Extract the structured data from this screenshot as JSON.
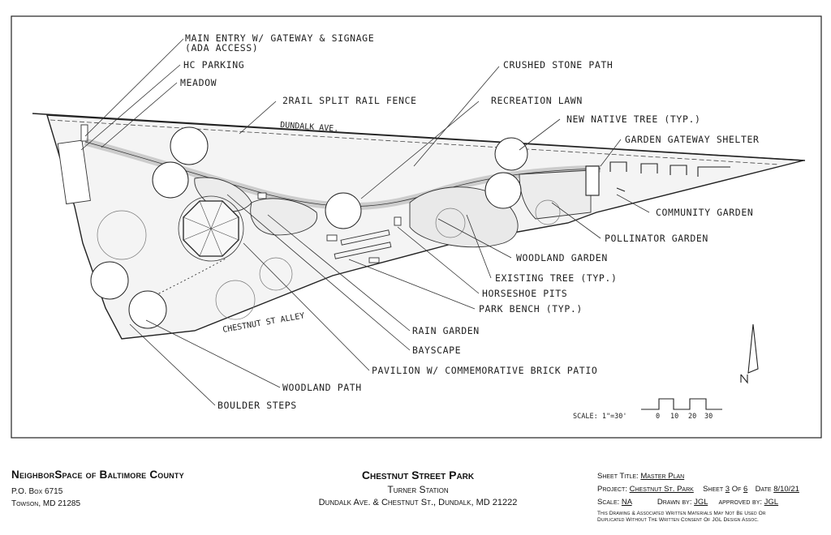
{
  "labels": {
    "main_entry": "MAIN ENTRY W/ GATEWAY & SIGNAGE",
    "main_entry_sub": "(ADA ACCESS)",
    "hc_parking": "HC PARKING",
    "meadow": "MEADOW",
    "split_rail_fence": "2RAIL SPLIT RAIL FENCE",
    "dundalk_ave": "DUNDALK AVE.",
    "crushed_stone_path": "CRUSHED STONE PATH",
    "recreation_lawn": "RECREATION LAWN",
    "new_native_tree": "NEW NATIVE TREE (TYP.)",
    "garden_gateway_shelter": "GARDEN GATEWAY SHELTER",
    "community_garden": "COMMUNITY GARDEN",
    "pollinator_garden": "POLLINATOR GARDEN",
    "woodland_garden": "WOODLAND GARDEN",
    "existing_tree": "EXISTING TREE (TYP.)",
    "horseshoe_pits": "HORSESHOE PITS",
    "park_bench": "PARK BENCH (TYP.)",
    "chestnut_alley": "CHESTNUT ST ALLEY",
    "rain_garden": "RAIN GARDEN",
    "bayscape": "BAYSCAPE",
    "pavilion": "PAVILION W/ COMMEMORATIVE BRICK PATIO",
    "woodland_path": "WOODLAND PATH",
    "boulder_steps": "BOULDER STEPS",
    "scale_note": "SCALE: 1\"=30'",
    "scale_ticks": [
      "0",
      "10",
      "20",
      "30"
    ]
  },
  "title_block": {
    "organization": "NeighborSpace of Baltimore County",
    "po_box": "P.O. Box 6715",
    "city": "Towson, MD 21285",
    "project_title": "Chestnut Street Park",
    "subtitle": "Turner Station",
    "location": "Dundalk Ave. & Chestnut St., Dundalk, MD 21222",
    "sheet_title_label": "Sheet Title:",
    "sheet_title": "Master Plan",
    "project_label": "Project:",
    "project": "Chestnut St. Park",
    "sheet_label": "Sheet",
    "sheet_num": "3",
    "of_label": "Of",
    "sheet_total": "6",
    "date_label": "Date",
    "date": "8/10/21",
    "scale_label": "Scale:",
    "scale": "NA",
    "drawn_by_label": "Drawn by:",
    "drawn_by": "JGL",
    "approved_by_label": "approved by:",
    "approved_by": "JGL",
    "note_line1": "This Drawing & Associated Written Materials May Not Be Used Or",
    "note_line2": "Duplicated Without The Written Consent Of JGL Design Assoc."
  }
}
